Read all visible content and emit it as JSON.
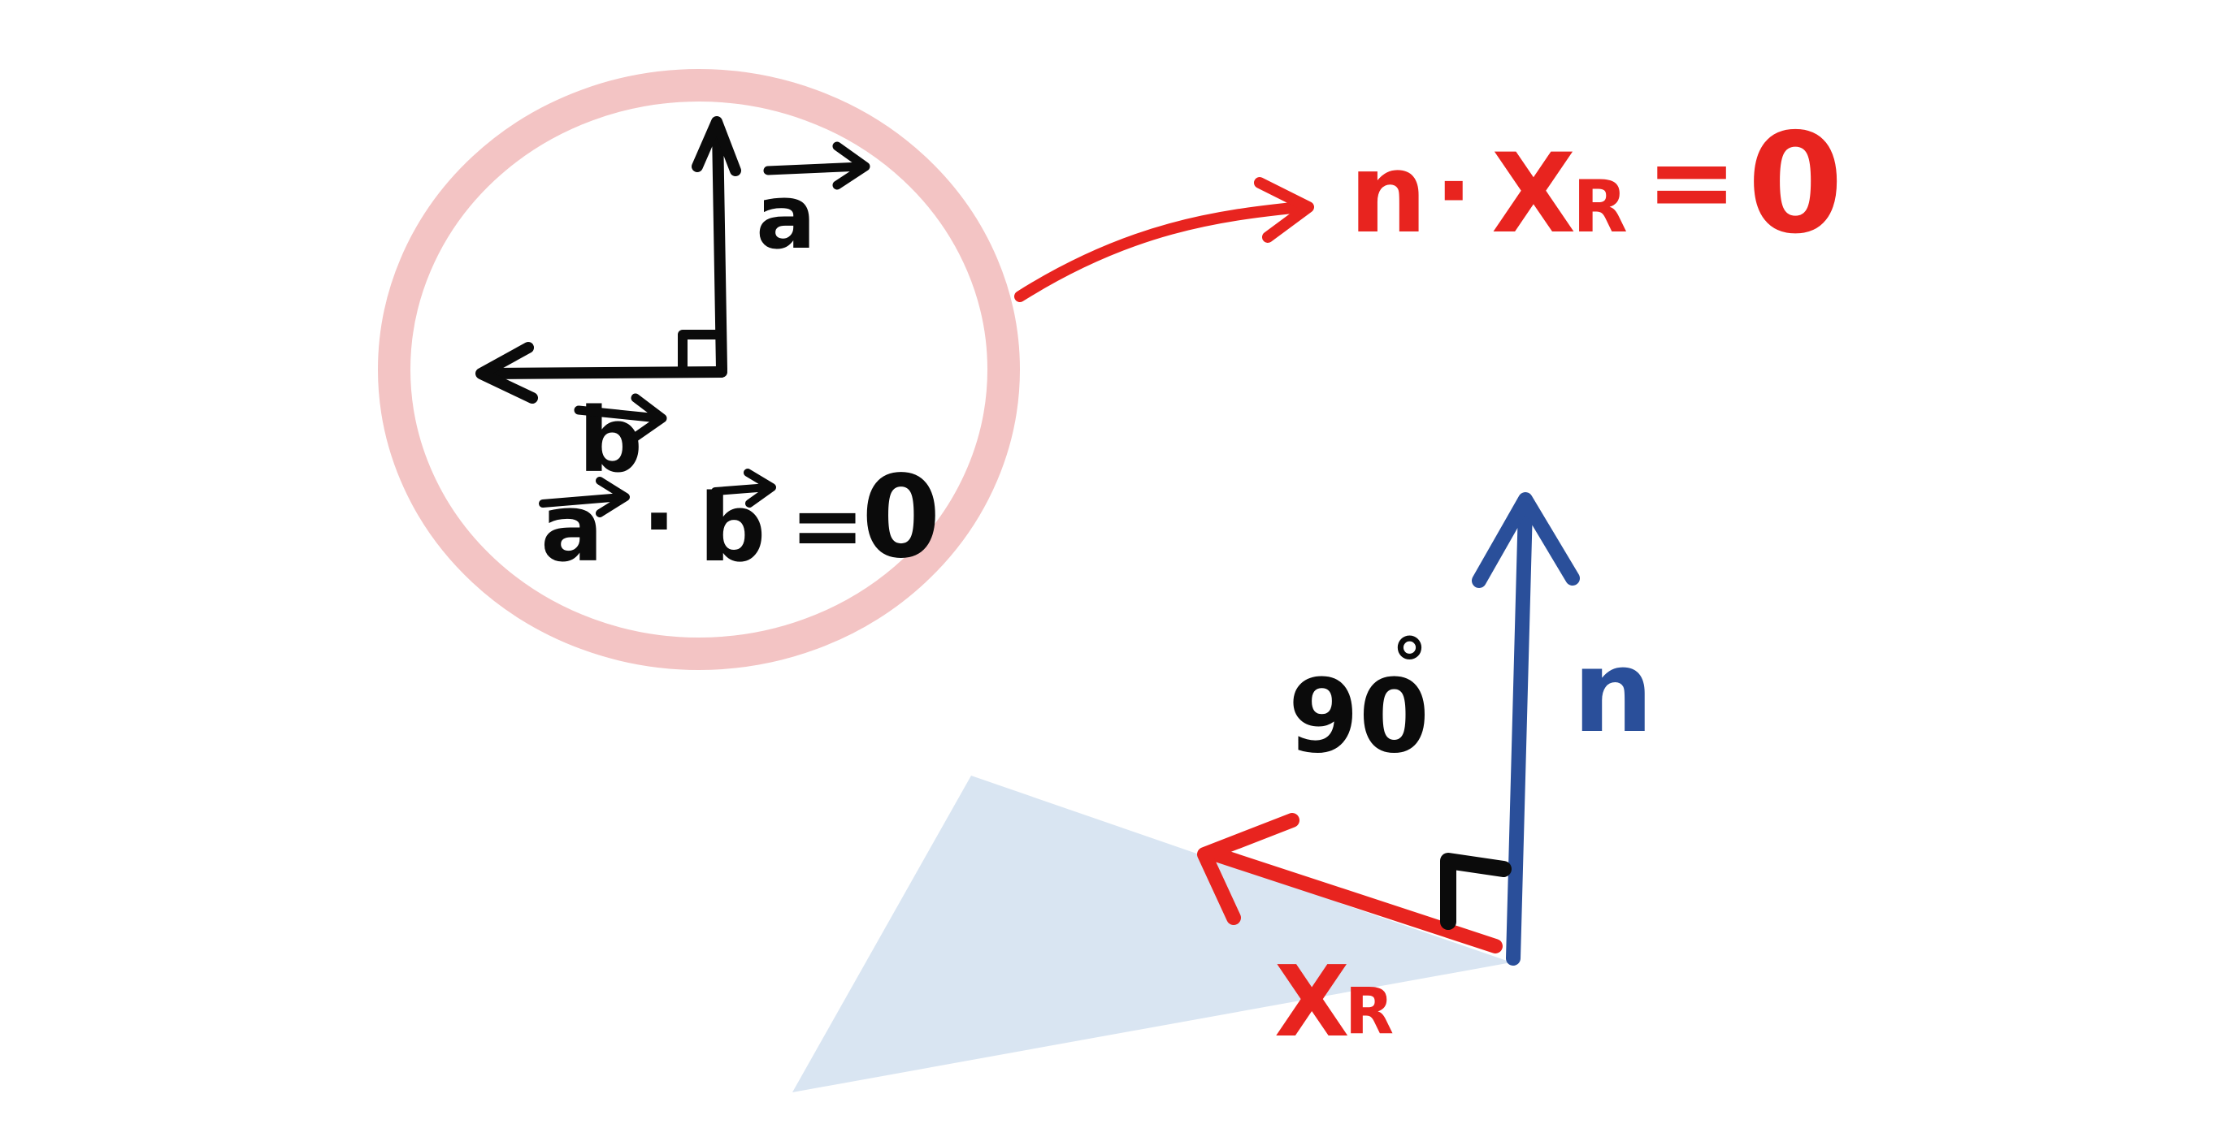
{
  "colors": {
    "black": "#0b0b0b",
    "red": "#e8241f",
    "blue": "#2a4f9a",
    "pink": "#f3c4c4",
    "plane": "#d9e5f2",
    "background": "#ffffff"
  },
  "inset": {
    "vector_a_label": "a",
    "vector_b_label": "b",
    "equation": {
      "left": "a",
      "dot": "·",
      "right": "b",
      "equals": "=",
      "value": "0"
    }
  },
  "main": {
    "normal_label": "n",
    "xr_label_main": "X",
    "xr_label_sub": "R",
    "angle_label": "90",
    "angle_degree": "°"
  },
  "equation_red": {
    "n": "n",
    "dot": "·",
    "x": "X",
    "sub": "R",
    "equals": "=",
    "value": "0"
  }
}
